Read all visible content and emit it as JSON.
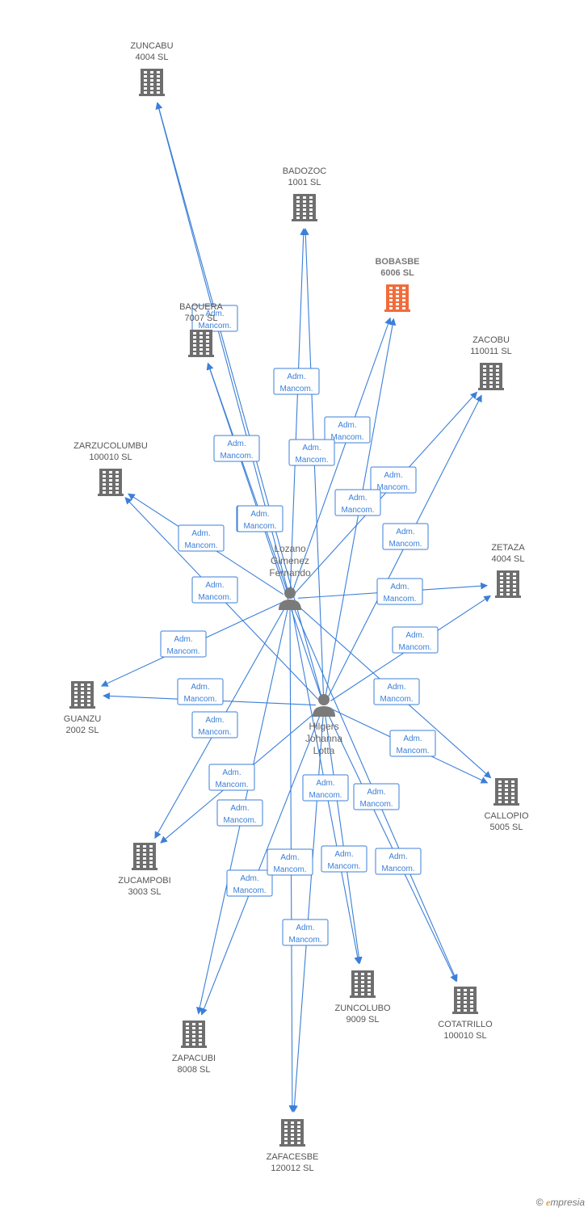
{
  "colors": {
    "edge": "#3b7fd8",
    "company_icon": "#6e6e6e",
    "company_focus_icon": "#f26b3a",
    "person_icon": "#7a7a7a"
  },
  "people": [
    {
      "id": "lozano",
      "name_lines": [
        "Lozano",
        "Gimenez",
        "Fernando"
      ]
    },
    {
      "id": "hilgers",
      "name_lines": [
        "Hilgers",
        "Johanna",
        "Lotta"
      ]
    }
  ],
  "companies": [
    {
      "id": "zuncabu",
      "name": "ZUNCABU",
      "code": "4004 SL"
    },
    {
      "id": "badozoc",
      "name": "BADOZOC",
      "code": "1001 SL"
    },
    {
      "id": "bobasbe",
      "name": "BOBASBE",
      "code": "6006 SL",
      "focus": true
    },
    {
      "id": "baquera",
      "name": "BAQUERA",
      "code": "7007 SL"
    },
    {
      "id": "zacobu",
      "name": "ZACOBU",
      "code": "110011 SL"
    },
    {
      "id": "zarzucolumbu",
      "name": "ZARZUCOLUMBU",
      "code": "100010 SL"
    },
    {
      "id": "zetaza",
      "name": "ZETAZA",
      "code": "4004 SL"
    },
    {
      "id": "guanzu",
      "name": "GUANZU",
      "code": "2002 SL"
    },
    {
      "id": "callopio",
      "name": "CALLOPIO",
      "code": "5005 SL"
    },
    {
      "id": "zucampobi",
      "name": "ZUCAMPOBI",
      "code": "3003 SL"
    },
    {
      "id": "zuncolubo",
      "name": "ZUNCOLUBO",
      "code": "9009 SL"
    },
    {
      "id": "cotatrillo",
      "name": "COTATRILLO",
      "code": "100010 SL"
    },
    {
      "id": "zapacubi",
      "name": "ZAPACUBI",
      "code": "8008 SL"
    },
    {
      "id": "zafacesbe",
      "name": "ZAFACESBE",
      "code": "120012 SL"
    }
  ],
  "relation_label": [
    "Adm.",
    "Mancom."
  ],
  "edges": [
    {
      "from": "lozano",
      "to": "zuncabu"
    },
    {
      "from": "lozano",
      "to": "badozoc"
    },
    {
      "from": "lozano",
      "to": "bobasbe"
    },
    {
      "from": "lozano",
      "to": "baquera"
    },
    {
      "from": "lozano",
      "to": "zacobu"
    },
    {
      "from": "lozano",
      "to": "zarzucolumbu"
    },
    {
      "from": "lozano",
      "to": "zetaza"
    },
    {
      "from": "lozano",
      "to": "guanzu"
    },
    {
      "from": "lozano",
      "to": "callopio"
    },
    {
      "from": "lozano",
      "to": "zucampobi"
    },
    {
      "from": "lozano",
      "to": "zuncolubo"
    },
    {
      "from": "lozano",
      "to": "cotatrillo"
    },
    {
      "from": "lozano",
      "to": "zapacubi"
    },
    {
      "from": "lozano",
      "to": "zafacesbe"
    },
    {
      "from": "hilgers",
      "to": "zuncabu"
    },
    {
      "from": "hilgers",
      "to": "badozoc"
    },
    {
      "from": "hilgers",
      "to": "bobasbe"
    },
    {
      "from": "hilgers",
      "to": "baquera"
    },
    {
      "from": "hilgers",
      "to": "zacobu"
    },
    {
      "from": "hilgers",
      "to": "zarzucolumbu"
    },
    {
      "from": "hilgers",
      "to": "zetaza"
    },
    {
      "from": "hilgers",
      "to": "guanzu"
    },
    {
      "from": "hilgers",
      "to": "callopio"
    },
    {
      "from": "hilgers",
      "to": "zucampobi"
    },
    {
      "from": "hilgers",
      "to": "zuncolubo"
    },
    {
      "from": "hilgers",
      "to": "cotatrillo"
    },
    {
      "from": "hilgers",
      "to": "zapacubi"
    },
    {
      "from": "hilgers",
      "to": "zafacesbe"
    }
  ],
  "footer": {
    "copyright": "©",
    "brand_initial": "e",
    "brand_rest": "mpresia"
  }
}
